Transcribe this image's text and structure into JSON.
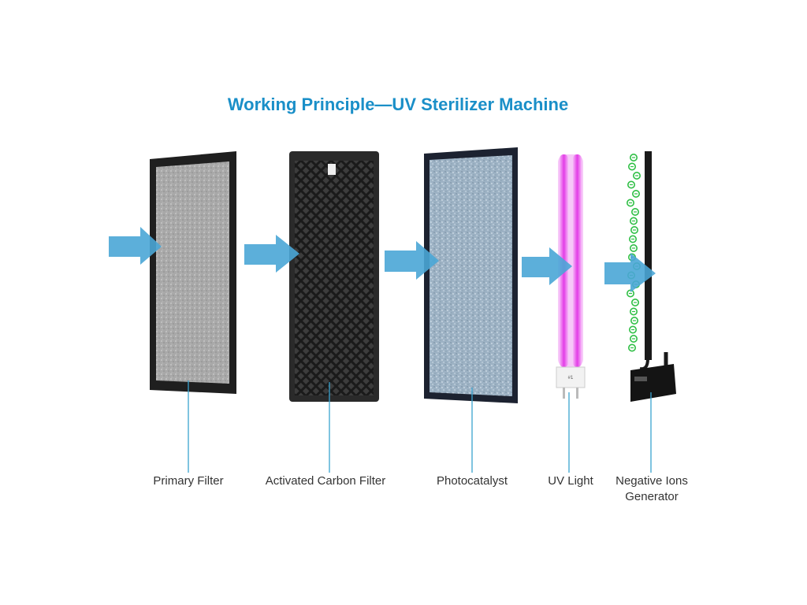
{
  "title": "Working Principle—UV Sterilizer Machine",
  "colors": {
    "title": "#1a8fc8",
    "arrow": "#4aa6d6",
    "leader": "#3aa3cf",
    "frame": "#1f1f1f",
    "uv": "#e23ce6",
    "ions": "#2fbf45"
  },
  "components": [
    {
      "label": "Primary Filter",
      "icon": "primary-filter-panel"
    },
    {
      "label": "Activated Carbon Filter",
      "icon": "carbon-filter-panel"
    },
    {
      "label": "Photocatalyst",
      "icon": "photocatalyst-panel"
    },
    {
      "label": "UV Light",
      "icon": "uv-lamp"
    },
    {
      "label": "Negative Ions\nGenerator",
      "icon": "ion-generator"
    }
  ],
  "lamp_marking": "#1",
  "airflow": "left-to-right"
}
